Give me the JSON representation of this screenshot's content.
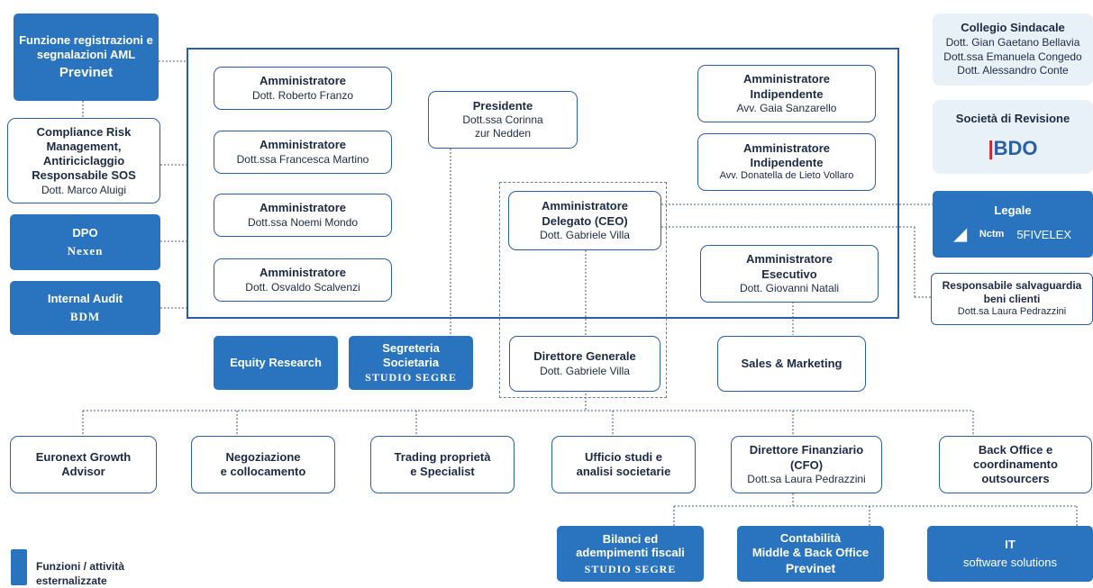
{
  "aml": {
    "title": "Funzione registrazioni e segnalazioni AML",
    "logo": "Previnet"
  },
  "compliance": {
    "title": "Compliance Risk Management, Antiriciclaggio Responsabile SOS",
    "name": "Dott. Marco Aluigi"
  },
  "dpo": {
    "title": "DPO",
    "logo": "Nexen"
  },
  "internal_audit": {
    "title": "Internal Audit",
    "logo": "BDM"
  },
  "admins": [
    {
      "title": "Amministratore",
      "name": "Dott. Roberto Franzo"
    },
    {
      "title": "Amministratore",
      "name": "Dott.ssa Francesca Martino"
    },
    {
      "title": "Amministratore",
      "name": "Dott.ssa Noemi Mondo"
    },
    {
      "title": "Amministratore",
      "name": "Dott. Osvaldo Scalvenzi"
    }
  ],
  "presidente": {
    "title": "Presidente",
    "name1": "Dott.ssa Corinna",
    "name2": "zur Nedden"
  },
  "indipendenti": [
    {
      "title1": "Amministratore",
      "title2": "Indipendente",
      "name": "Avv. Gaia Sanzarello"
    },
    {
      "title1": "Amministratore",
      "title2": "Indipendente",
      "name": "Avv. Donatella de Lieto Vollaro"
    }
  ],
  "ceo": {
    "title1": "Amministratore",
    "title2": "Delegato (CEO)",
    "name": "Dott. Gabriele Villa"
  },
  "esecutivo": {
    "title1": "Amministratore",
    "title2": "Esecutivo",
    "name": "Dott. Giovanni Natali"
  },
  "collegio": {
    "title": "Collegio Sindacale",
    "members": [
      "Dott. Gian Gaetano Bellavia",
      "Dott.ssa Emanuela Congedo",
      "Dott. Alessandro Conte"
    ]
  },
  "revisione": {
    "title": "Società di Revisione",
    "logo_b": "BDO"
  },
  "legale": {
    "title": "Legale",
    "logo1": "Nctm",
    "logo2": "5FIVELEX"
  },
  "salvaguardia": {
    "title1": "Responsabile salvaguardia",
    "title2": "beni clienti",
    "name": "Dott.sa Laura Pedrazzini"
  },
  "equity": {
    "title": "Equity Research"
  },
  "segreteria": {
    "title1": "Segreteria",
    "title2": "Societaria",
    "logo": "STUDIO SEGRE"
  },
  "dg": {
    "title": "Direttore Generale",
    "name": "Dott. Gabriele Villa"
  },
  "sales": {
    "title": "Sales & Marketing"
  },
  "bottom": [
    {
      "title1": "Euronext Growth",
      "title2": "Advisor"
    },
    {
      "title1": "Negoziazione",
      "title2": "e collocamento"
    },
    {
      "title1": "Trading proprietà",
      "title2": "e Specialist"
    },
    {
      "title1": "Ufficio studi e",
      "title2": "analisi societarie"
    },
    {
      "title1": "Back Office e",
      "title2": "coordinamento",
      "title3": "outsourcers"
    }
  ],
  "cfo": {
    "title1": "Direttore Finanziario",
    "title2": "(CFO)",
    "name": "Dott.sa Laura Pedrazzini"
  },
  "bilanci": {
    "title1": "Bilanci ed",
    "title2": "adempimenti fiscali",
    "logo": "STUDIO SEGRE"
  },
  "contabilita": {
    "title1": "Contabilità",
    "title2": "Middle & Back Office",
    "logo": "Previnet"
  },
  "it": {
    "title": "IT",
    "logo": "software solutions"
  },
  "legend": {
    "line1": "Funzioni / attività",
    "line2": "esternalizzate"
  }
}
